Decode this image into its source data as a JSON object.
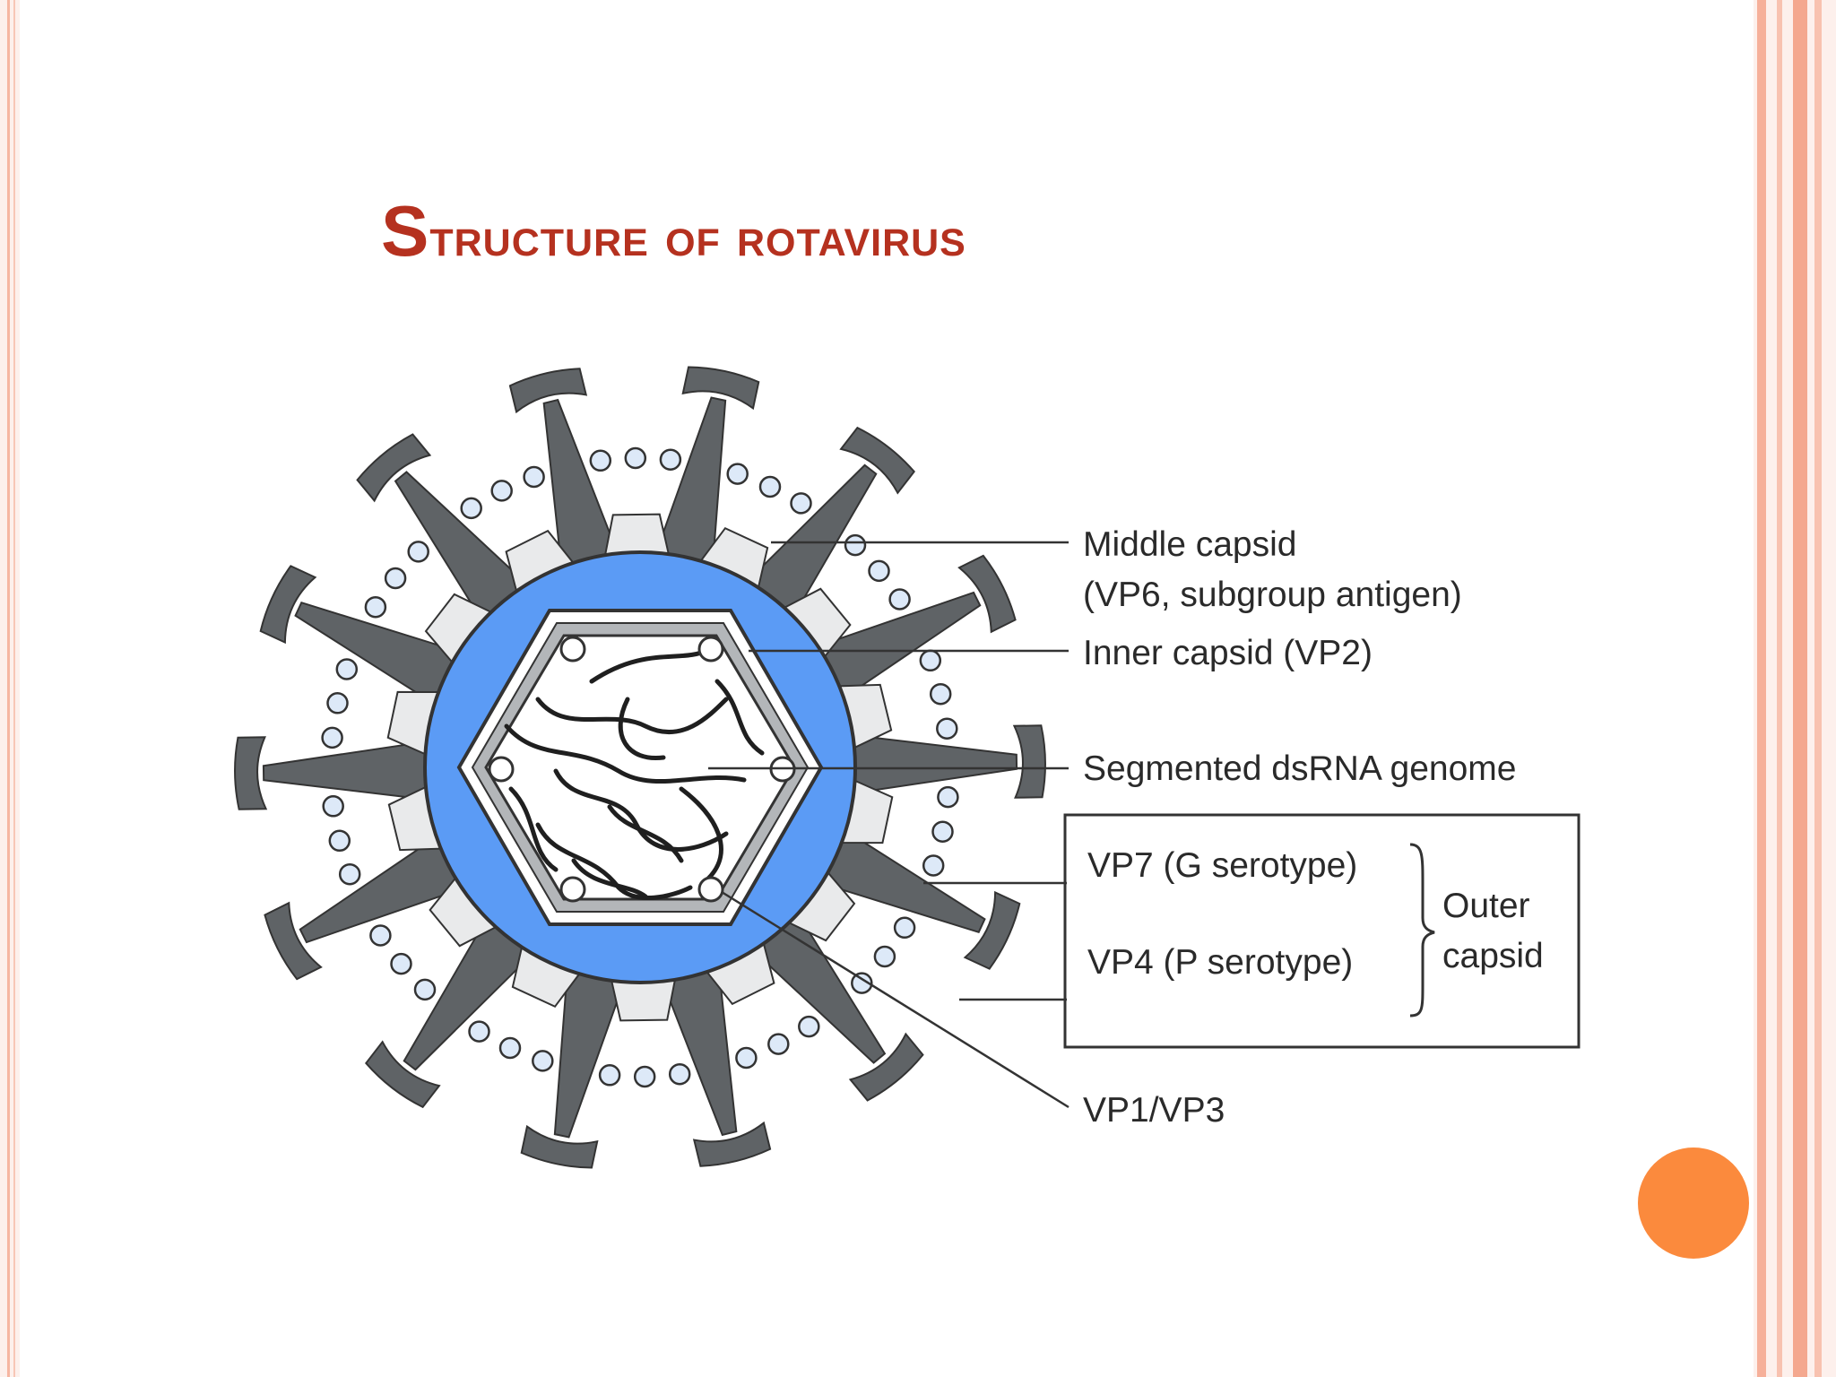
{
  "title": {
    "first_letter": "S",
    "rest": "tructure of rotavirus"
  },
  "labels": {
    "middle_capsid_line1": "Middle capsid",
    "middle_capsid_line2": "(VP6, subgroup antigen)",
    "inner_capsid": "Inner capsid (VP2)",
    "genome": "Segmented dsRNA genome",
    "vp7": "VP7 (G serotype)",
    "vp4": "VP4 (P serotype)",
    "outer_line1": "Outer",
    "outer_line2": "capsid",
    "vp1_vp3": "VP1/VP3"
  },
  "colors": {
    "title": "#b5311f",
    "accent_dot": "#fb8a3d",
    "core_blue": "#5b9bf5",
    "spike_gray": "#5f6366",
    "stroke": "#333333",
    "vp4_bead_fill": "#dde9f8",
    "border_salmon": "#f6b6a1"
  }
}
